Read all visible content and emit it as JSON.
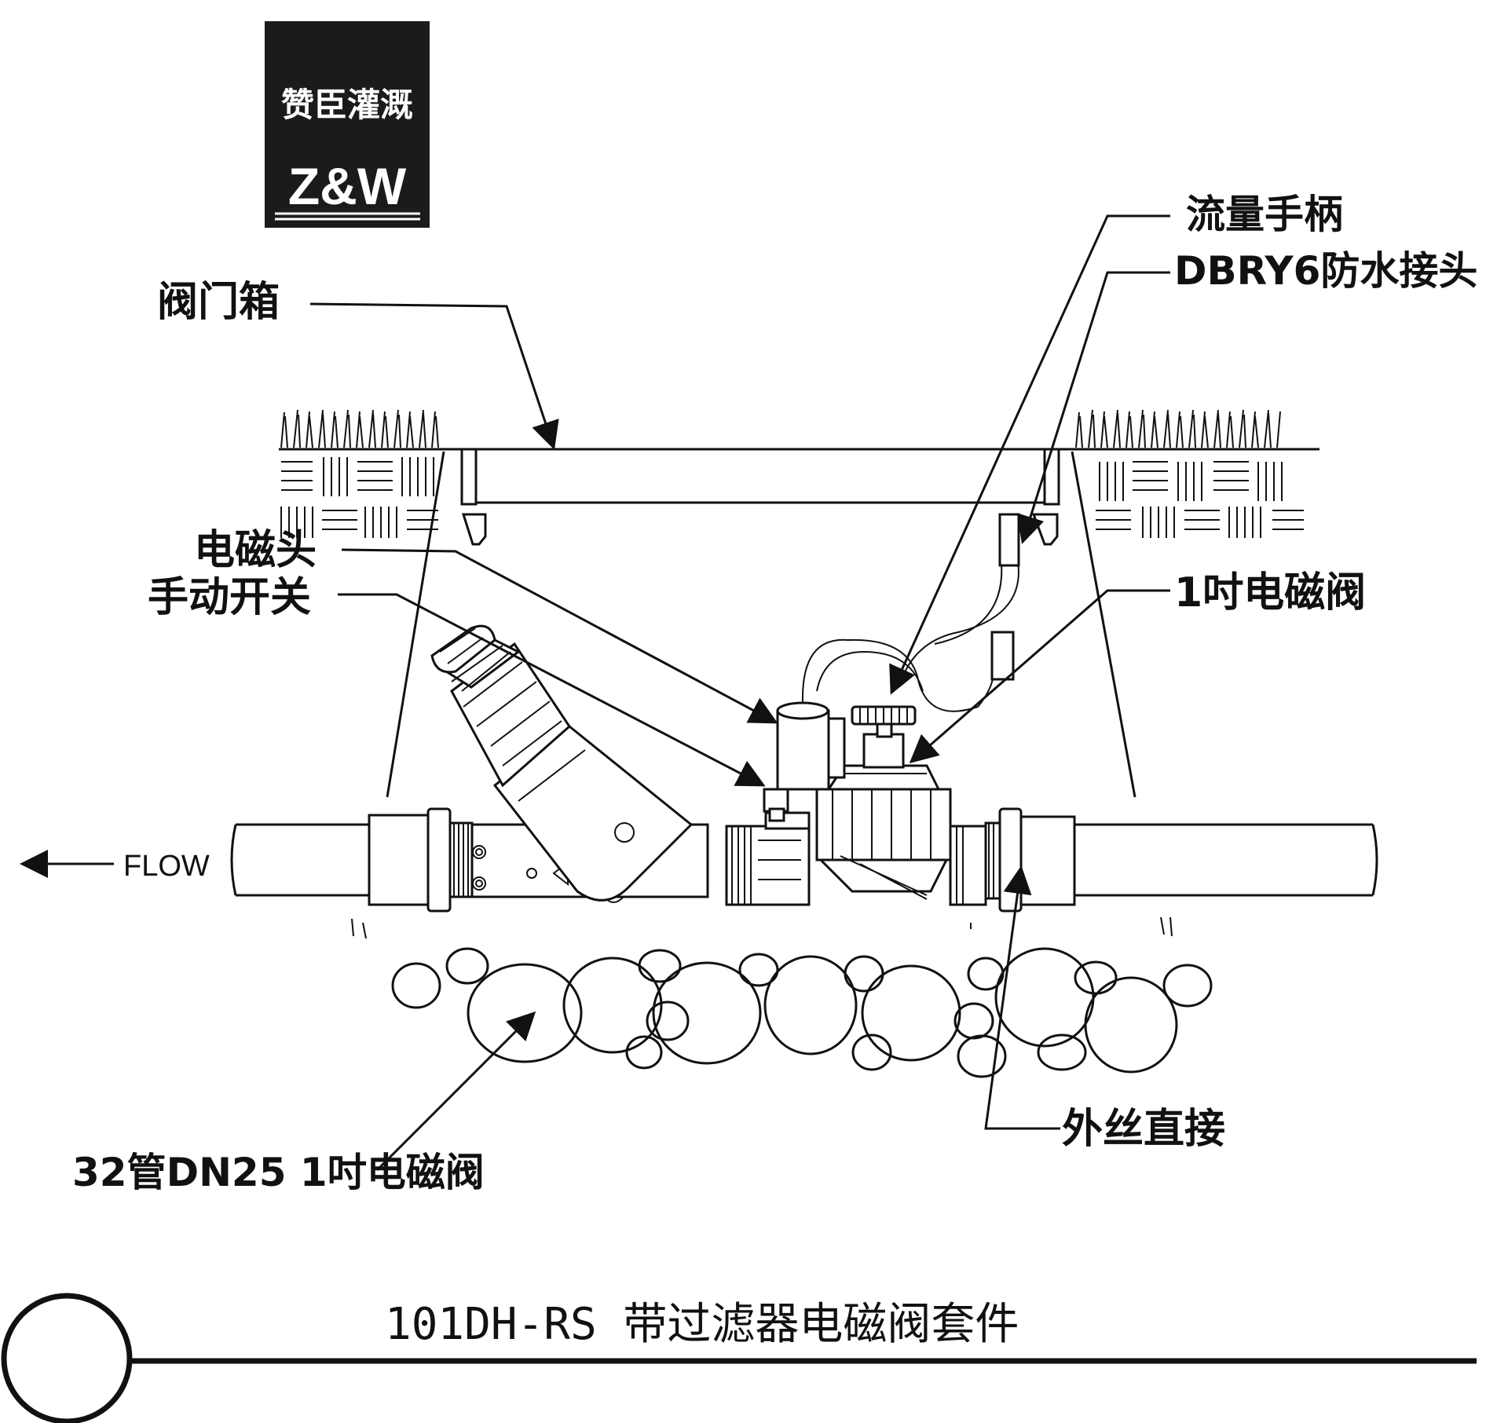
{
  "logo": {
    "chinese_name": "赞臣灌溉",
    "brand_mark": "Z&W"
  },
  "labels": {
    "valve_box": "阀门箱",
    "flow_handle": "流量手柄",
    "waterproof_connector": "DBRY6防水接头",
    "solenoid_head": "电磁头",
    "manual_switch": "手动开关",
    "one_inch_valve": "1吋电磁阀",
    "pipe_spec": "32管DN25 1吋电磁阀",
    "male_thread_adapter": "外丝直接",
    "flow_direction": "FLOW"
  },
  "caption": {
    "title": "101DH-RS 带过滤器电磁阀套件"
  }
}
